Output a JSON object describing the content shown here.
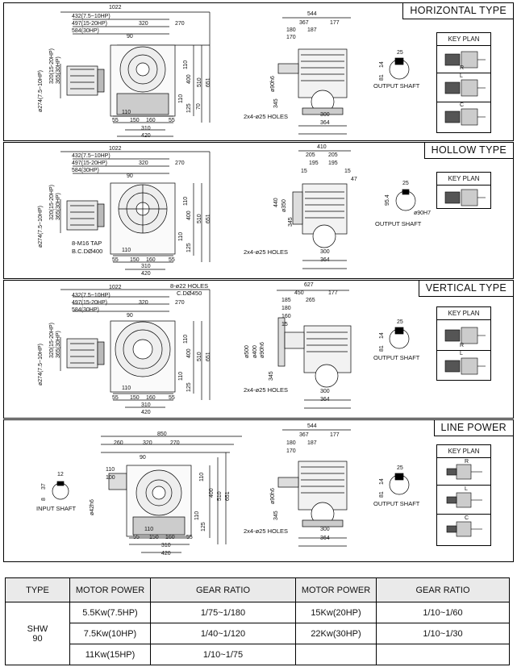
{
  "panels": [
    {
      "title": "HORIZONTAL TYPE",
      "dims": {
        "overall": "1022",
        "d1": "432(7.5~10HP)",
        "d2": "497(15-20HP)",
        "d3": "584(30HP)",
        "d320": "320",
        "d270": "270",
        "d90": "90",
        "v1": "320(15-20HP)",
        "v2": "365(30HP)",
        "v3": "ø274(7.5~10HP)",
        "v4": "110",
        "v5": "400",
        "v6": "510",
        "v7": "651",
        "v8": "110",
        "v9": "125",
        "v10": "70",
        "b1": "55",
        "b2": "110",
        "b3": "150",
        "b4": "160",
        "b5": "55",
        "b6": "310",
        "b7": "420",
        "side_top": "544",
        "side_a": "367",
        "side_b": "177",
        "side_c": "180",
        "side_d": "187",
        "side_e": "170",
        "side_shaft": "ø90h6",
        "side_h": "345",
        "holes": "2x4-ø25 HOLES",
        "side_b1": "300",
        "side_b2": "364",
        "shaft_w": "25",
        "shaft_h1": "14",
        "shaft_h2": "81",
        "shaft_label": "OUTPUT SHAFT"
      },
      "keyplan": {
        "title": "KEY PLAN",
        "labels": [
          "R",
          "L",
          "C"
        ]
      }
    },
    {
      "title": "HOLLOW TYPE",
      "dims": {
        "overall": "1022",
        "d1": "432(7.5~10HP)",
        "d2": "497(15-20HP)",
        "d3": "584(30HP)",
        "d320": "320",
        "d270": "270",
        "d90": "90",
        "v1": "320(15-20HP)",
        "v2": "365(30HP)",
        "v3": "ø274(7.5~10HP)",
        "v4": "110",
        "v5": "400",
        "v6": "510",
        "v7": "651",
        "v8": "110",
        "v9": "125",
        "tap1": "8-M16 TAP",
        "tap2": "B.C.DØ400",
        "b1": "110",
        "b2": "55",
        "b3": "150",
        "b4": "160",
        "b5": "55",
        "b6": "310",
        "b7": "420",
        "side_top": "410",
        "side_a": "205",
        "side_b": "205",
        "side_c": "195",
        "side_d": "195",
        "side_e": "15",
        "side_f": "15",
        "side_g": "47",
        "side_440": "440",
        "side_350": "ø350",
        "side_h": "345",
        "holes": "2x4-ø25 HOLES",
        "side_b1": "300",
        "side_b2": "364",
        "shaft_w": "25",
        "shaft_h1": "95.4",
        "shaft_bore": "ø90H7",
        "shaft_label": "OUTPUT SHAFT"
      },
      "keyplan": {
        "title": "KEY PLAN",
        "labels": []
      }
    },
    {
      "title": "VERTICAL TYPE",
      "dims": {
        "overall": "1022",
        "d1": "432(7.5~10HP)",
        "d2": "497(15-20HP)",
        "d3": "584(30HP)",
        "d320": "320",
        "d270": "270",
        "d90": "90",
        "holes_top": "8-ø22 HOLES",
        "holes_top2": "C.DØ450",
        "v1": "320(15-20HP)",
        "v2": "365(30HP)",
        "v3": "ø274(7.5~10HP)",
        "v4": "110",
        "v5": "400",
        "v6": "510",
        "v7": "651",
        "v8": "110",
        "v9": "125",
        "b1": "110",
        "b2": "55",
        "b3": "150",
        "b4": "160",
        "b5": "55",
        "b6": "310",
        "b7": "420",
        "side_top": "627",
        "side_a": "450",
        "side_b": "177",
        "side_c": "185",
        "side_d": "265",
        "side_e": "180",
        "side_f": "160",
        "side_g": "15",
        "side_500": "ø500",
        "side_400": "ø400",
        "side_shaft": "ø90h6",
        "side_h": "345",
        "holes": "2x4-ø25 HOLES",
        "side_b1": "300",
        "side_b2": "364",
        "shaft_w": "25",
        "shaft_h1": "14",
        "shaft_h2": "81",
        "shaft_label": "OUTPUT SHAFT"
      },
      "keyplan": {
        "title": "KEY PLAN",
        "labels": [
          "R",
          "L"
        ]
      }
    },
    {
      "title": "LINE POWER",
      "dims": {
        "overall": "850",
        "d260": "260",
        "d320": "320",
        "d270": "270",
        "d90": "90",
        "in_w": "12",
        "in_h1": "37",
        "in_h2": "8",
        "in_label": "INPUT SHAFT",
        "v42": "ø42h6",
        "v100": "100",
        "v110": "110",
        "v4": "110",
        "v5": "400",
        "v6": "510",
        "v7": "651",
        "v8": "110",
        "v9": "125",
        "b1": "55",
        "b2": "110",
        "b3": "150",
        "b4": "160",
        "b5": "55",
        "b6": "310",
        "b7": "420",
        "side_top": "544",
        "side_a": "367",
        "side_b": "177",
        "side_c": "180",
        "side_d": "187",
        "side_e": "170",
        "side_shaft": "ø90h6",
        "side_h": "345",
        "holes": "2x4-ø25 HOLES",
        "side_b1": "300",
        "side_b2": "364",
        "shaft_w": "25",
        "shaft_h1": "14",
        "shaft_h2": "81",
        "shaft_label": "OUTPUT SHAFT"
      },
      "keyplan": {
        "title": "KEY PLAN",
        "labels": [
          "R",
          "L",
          "C"
        ]
      }
    }
  ],
  "table": {
    "headers": [
      "TYPE",
      "MOTOR POWER",
      "GEAR RATIO",
      "MOTOR POWER",
      "GEAR RATIO"
    ],
    "type_line1": "SHW",
    "type_line2": "90",
    "rows": [
      [
        "5.5Kw(7.5HP)",
        "1/75~1/180",
        "15Kw(20HP)",
        "1/10~1/60"
      ],
      [
        "7.5Kw(10HP)",
        "1/40~1/120",
        "22Kw(30HP)",
        "1/10~1/30"
      ],
      [
        "11Kw(15HP)",
        "1/10~1/75",
        "",
        ""
      ]
    ]
  }
}
